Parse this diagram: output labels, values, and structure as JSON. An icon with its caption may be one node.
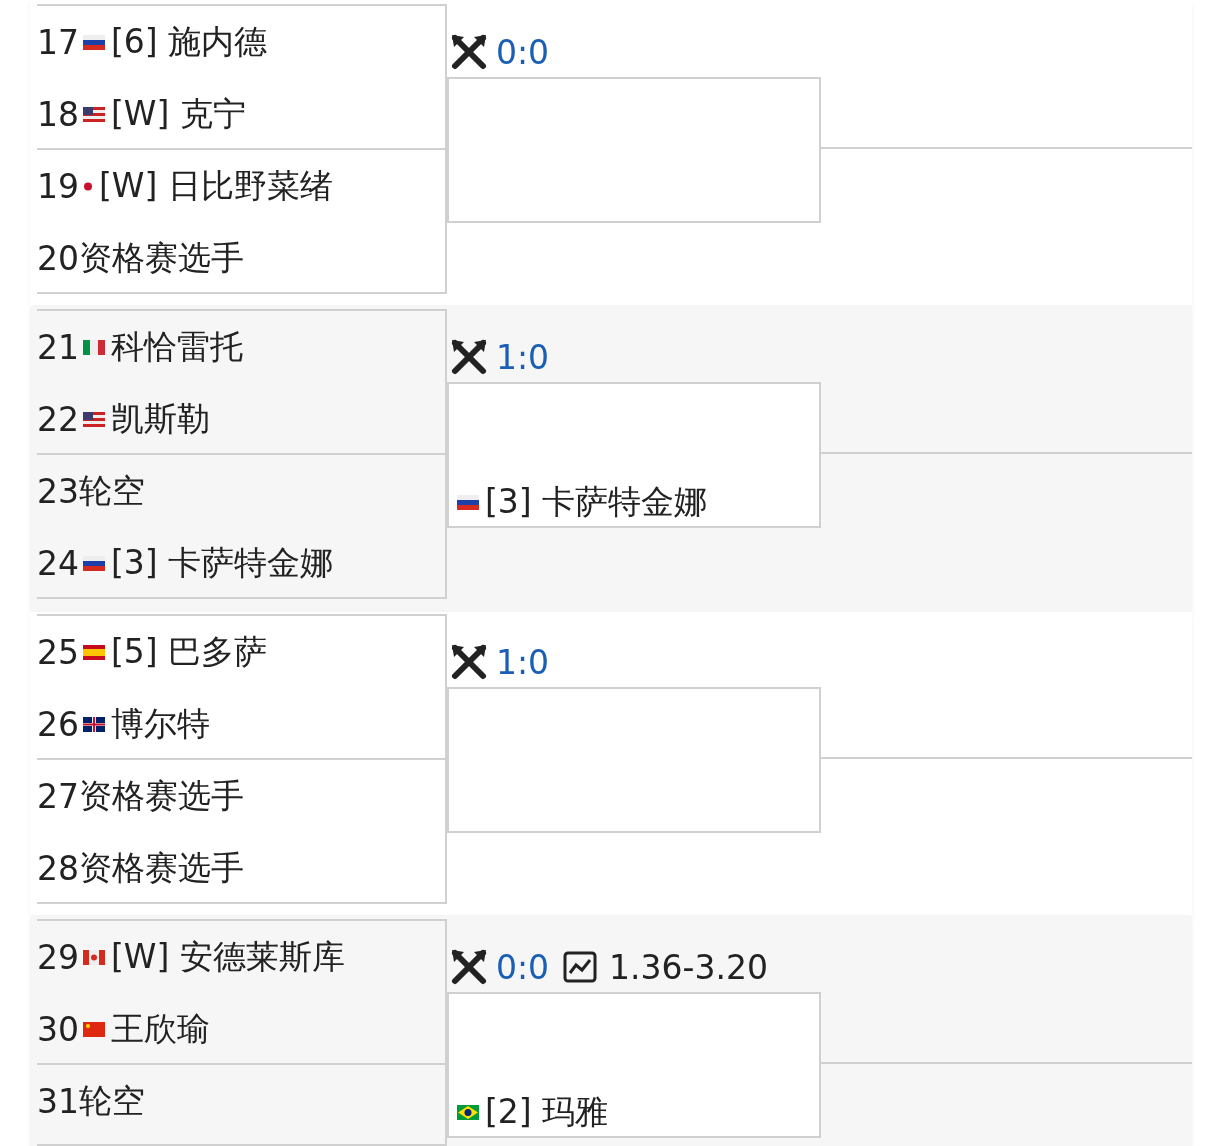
{
  "diagram": {
    "nodes": [
      {
        "text": [],
        "shape": "box"
      },
      {
        "text": [
          "17",
          "[6] 施内德"
        ],
        "in": 0
      },
      {
        "text": [
          "18",
          "[W] 克宁"
        ],
        "in": 0
      },
      {
        "text": [],
        "shape": "box"
      },
      {
        "text": [
          "19",
          "[W] 日比野菜绪"
        ],
        "in": 3
      },
      {
        "text": [
          "20",
          "资格赛选手"
        ],
        "in": 3
      },
      {
        "text": [],
        "shape": "box",
        "beside": [
          "0:0"
        ]
      },
      {
        "text": [],
        "shape": "box"
      },
      {
        "text": [
          "21",
          "科恰雷托"
        ],
        "in": 7
      },
      {
        "text": [
          "22",
          "凯斯勒"
        ],
        "in": 7
      },
      {
        "text": [],
        "shape": "box"
      },
      {
        "text": [
          "23",
          "轮空"
        ],
        "in": 10
      },
      {
        "text": [
          "24",
          "[3] 卡萨特金娜"
        ],
        "in": 10
      },
      {
        "text": [
          "[3] 卡萨特金娜"
        ],
        "beside": [
          "1:0"
        ]
      },
      {
        "text": [],
        "shape": "box"
      },
      {
        "text": [
          "25",
          "[5] 巴多萨"
        ],
        "in": 14
      },
      {
        "text": [
          "26",
          "博尔特"
        ],
        "in": 14
      },
      {
        "text": [],
        "shape": "box"
      },
      {
        "text": [
          "27",
          "资格赛选手"
        ],
        "in": 17
      },
      {
        "text": [
          "28",
          "资格赛选手"
        ],
        "in": 17
      },
      {
        "text": [],
        "shape": "box",
        "beside": [
          "1:0"
        ]
      },
      {
        "text": [],
        "shape": "box"
      },
      {
        "text": [
          "29",
          "[W] 安德莱斯库"
        ],
        "in": 21
      },
      {
        "text": [
          "30",
          "王欣瑜"
        ],
        "in": 21
      },
      {
        "text": [],
        "shape": "box"
      },
      {
        "text": [
          "31",
          "轮空"
        ],
        "in": 24
      },
      {
        "text": [
          "[2] 玛雅"
        ],
        "beside": [
          "0:0",
          "1.36-3.20"
        ]
      }
    ],
    "edges": [
      {
        "from": 6,
        "to": null,
        "arrow": "none"
      },
      {
        "from": 13,
        "to": null,
        "arrow": "none"
      },
      {
        "from": 20,
        "to": null,
        "arrow": "none"
      },
      {
        "from": 26,
        "to": null,
        "arrow": "none"
      }
    ]
  }
}
